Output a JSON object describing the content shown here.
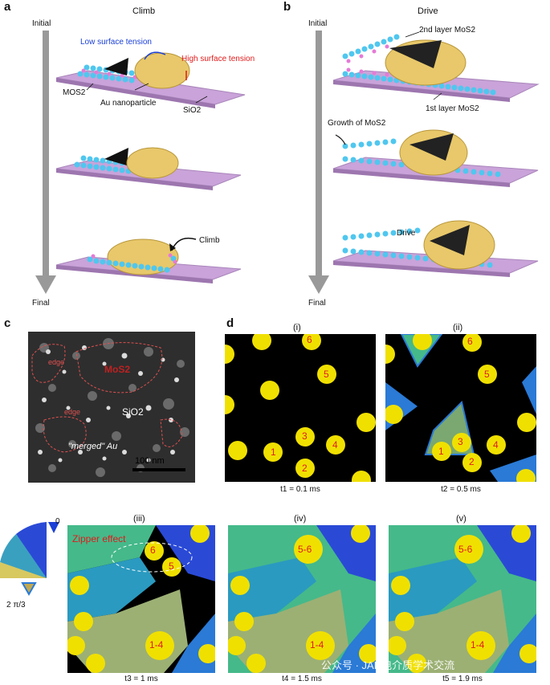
{
  "panel_a": {
    "label": "a",
    "title": "Climb",
    "initial": "Initial",
    "final": "Final",
    "low_surface_tension": "Low surface tension",
    "high_surface_tension": "High surface tension",
    "mos2": "MOS2",
    "au_nanoparticle": "Au nanoparticle",
    "sio2": "SiO2",
    "climb": "Climb"
  },
  "panel_b": {
    "label": "b",
    "title": "Drive",
    "initial": "Initial",
    "final": "Final",
    "second_layer": "2nd layer MoS2",
    "first_layer": "1st layer MoS2",
    "growth": "Growth of MoS2",
    "drive": "Drive"
  },
  "panel_c": {
    "label": "c",
    "edge_1": "edge",
    "edge_2": "edge",
    "mos2": "MoS2",
    "sio2": "SiO2",
    "merged_au": "\"merged\" Au",
    "scale_bar": "100 nm"
  },
  "panel_d": {
    "label": "d",
    "frames": [
      {
        "roman": "(i)",
        "time": "t1 = 0.1 ms"
      },
      {
        "roman": "(ii)",
        "time": "t2 = 0.5 ms"
      },
      {
        "roman": "(iii)",
        "time": "t3 = 1 ms"
      },
      {
        "roman": "(iv)",
        "time": "t4 = 1.5 ms"
      },
      {
        "roman": "(v)",
        "time": "t5 = 1.9 ms"
      }
    ],
    "particles": {
      "p1": "1",
      "p2": "2",
      "p3": "3",
      "p4": "4",
      "p5": "5",
      "p6": "6",
      "p14": "1-4",
      "p56": "5-6"
    },
    "zipper": "Zipper effect",
    "legend_zero": "0",
    "legend_max": "2 π/3"
  },
  "watermark": "公众号 · JAD电介质学术交流"
}
